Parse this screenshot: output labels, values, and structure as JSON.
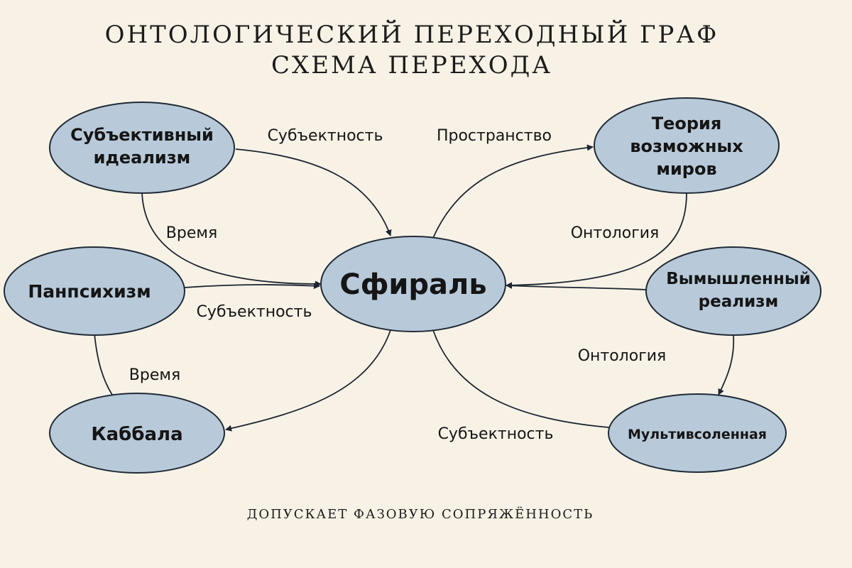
{
  "title": {
    "line1": "ОНТОЛОГИЧЕСКИЙ ПЕРЕХОДНЫЙ ГРАФ",
    "line2": "СХЕМА ПЕРЕХОДА"
  },
  "footer": "ДОПУСКАЕТ ФАЗОВУЮ СОПРЯЖЁННОСТЬ",
  "nodes": {
    "center": {
      "lines": [
        "Сфираль"
      ]
    },
    "subjective_idealism": {
      "lines": [
        "Субъективный",
        "идеализм"
      ]
    },
    "panpsychism": {
      "lines": [
        "Панпсихизм"
      ]
    },
    "kabbalah": {
      "lines": [
        "Каббала"
      ]
    },
    "possible_worlds": {
      "lines": [
        "Теория",
        "возможных",
        "миров"
      ]
    },
    "fictional_realism": {
      "lines": [
        "Вымышленный",
        "реализм"
      ]
    },
    "multiverse": {
      "lines": [
        "Мультивсоленная"
      ]
    }
  },
  "edges": {
    "subjectivity_top": "Субъектность",
    "time_top": "Время",
    "subjectivity_mid": "Субъектность",
    "time_bottom": "Время",
    "space": "Пространство",
    "ontology_top": "Онтология",
    "ontology_bottom": "Онтология",
    "subjectivity_bottom": "Субъектность"
  }
}
